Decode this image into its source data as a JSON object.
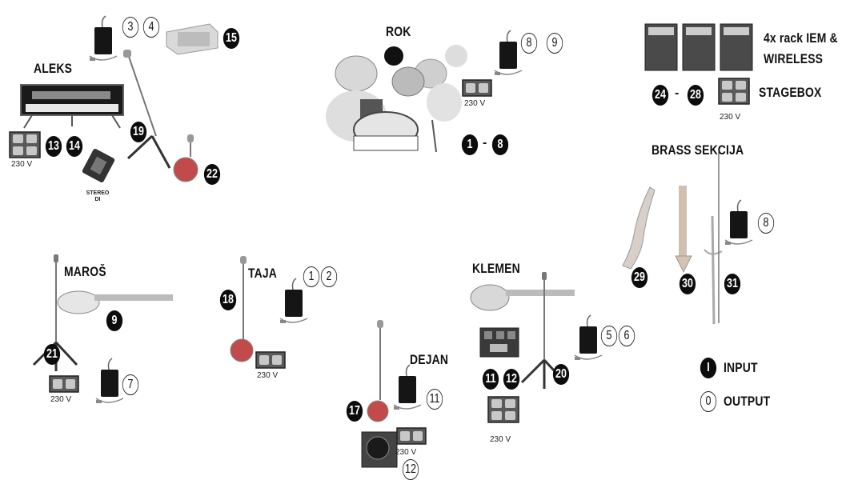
{
  "labels": {
    "aleks": "ALEKS",
    "rok": "ROK",
    "rack": "4x rack IEM &",
    "wireless": "WIRELESS",
    "stagebox": "STAGEBOX",
    "brass": "BRASS SEKCIJA",
    "maros": "MAROŠ",
    "taja": "TAJA",
    "klemen": "KLEMEN",
    "dejan": "DEJAN",
    "input": "INPUT",
    "output": "OUTPUT",
    "stereo_di_1": "STEREO",
    "stereo_di_2": "DI"
  },
  "power_label": "230 V",
  "range_dash": "-",
  "badges": {
    "aleks_out_3": "3",
    "aleks_out_4": "4",
    "aleks_in_15": "15",
    "aleks_in_13": "13",
    "aleks_in_14": "14",
    "aleks_in_19": "19",
    "aleks_in_22": "22",
    "rok_out_8": "8",
    "rok_out_9": "9",
    "rok_in_1": "1",
    "rok_in_8": "8",
    "rack_in_24": "24",
    "rack_in_28": "28",
    "brass_out_8": "8",
    "brass_in_29": "29",
    "brass_in_30": "30",
    "brass_in_31": "31",
    "maros_in_9": "9",
    "maros_in_21": "21",
    "maros_out_7": "7",
    "taja_out_1": "1",
    "taja_out_2": "2",
    "taja_in_18": "18",
    "klemen_out_5": "5",
    "klemen_out_6": "6",
    "klemen_in_11": "11",
    "klemen_in_12": "12",
    "klemen_in_20": "20",
    "dejan_out_11": "11",
    "dejan_in_17": "17",
    "dejan_out_12": "12",
    "legend_in": "I",
    "legend_out": "0"
  }
}
